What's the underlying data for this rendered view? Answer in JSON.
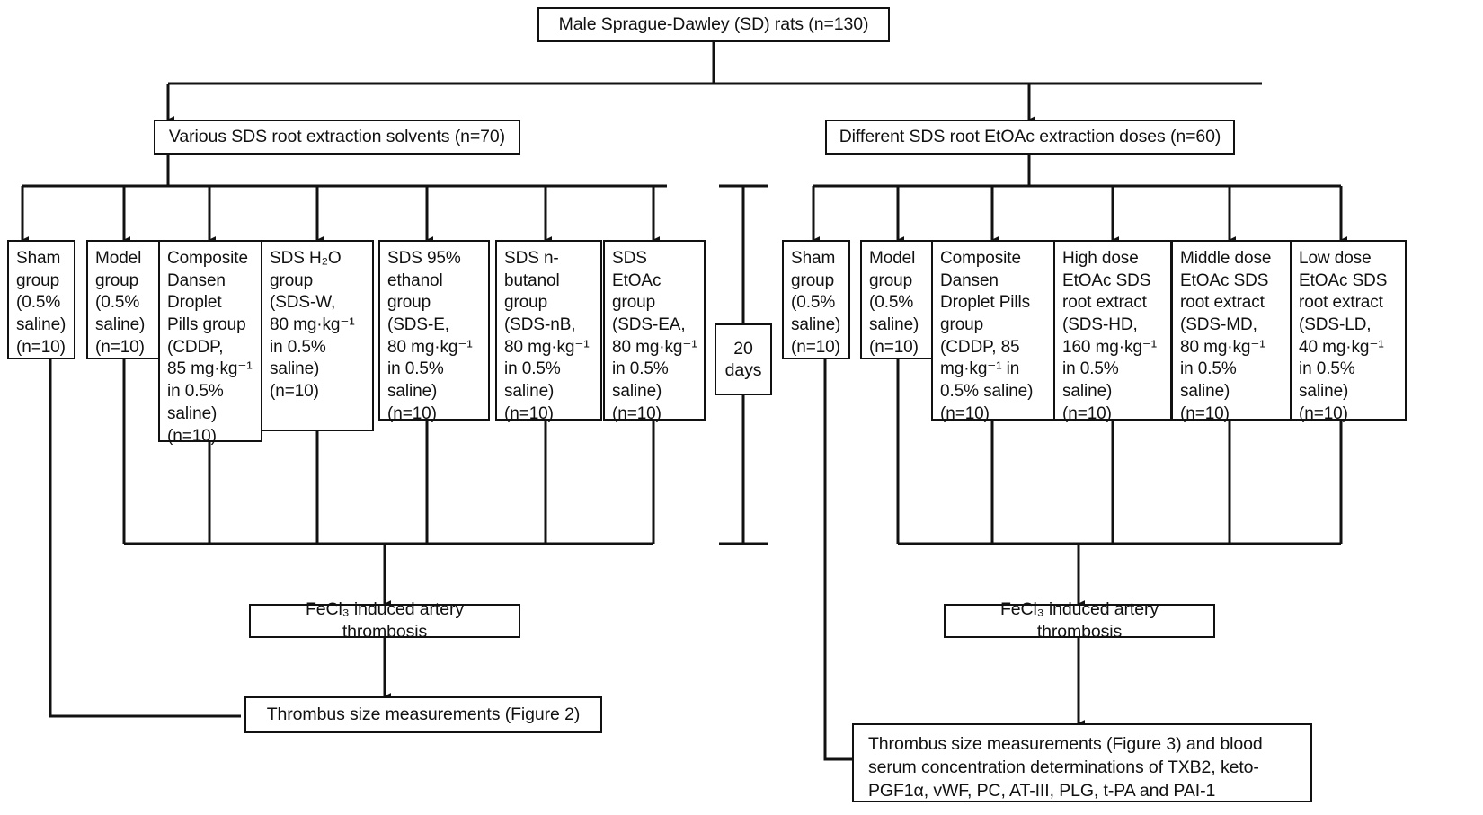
{
  "diagram": {
    "title_node": {
      "id": "root",
      "label": "Male Sprague-Dawley (SD) rats (n=130)"
    },
    "branch_nodes": [
      {
        "id": "branch-left",
        "label": "Various SDS root extraction solvents (n=70)"
      },
      {
        "id": "branch-right",
        "label": "Different SDS root EtOAc extraction doses (n=60)"
      }
    ],
    "duration_note": {
      "id": "duration",
      "line1": "20",
      "line2": "days"
    },
    "left_groups": [
      {
        "id": "left-sham",
        "label": "Sham\ngroup\n(0.5%\nsaline)\n(n=10)"
      },
      {
        "id": "left-model",
        "label": "Model\ngroup\n(0.5%\nsaline)\n(n=10)"
      },
      {
        "id": "left-cddp",
        "label": "Composite\nDansen\nDroplet\nPills group\n(CDDP,\n85 mg·kg⁻¹\nin 0.5%\nsaline)\n(n=10)"
      },
      {
        "id": "left-sdsw",
        "label": "SDS H₂O\ngroup\n(SDS-W,\n80 mg·kg⁻¹\nin 0.5%\nsaline)\n(n=10)"
      },
      {
        "id": "left-sdse",
        "label": "SDS 95%\nethanol\ngroup\n(SDS-E,\n80 mg·kg⁻¹\nin 0.5%\nsaline)\n(n=10)"
      },
      {
        "id": "left-sdsnb",
        "label": "SDS n-\nbutanol\ngroup\n(SDS-nB,\n80 mg·kg⁻¹\nin 0.5%\nsaline)\n(n=10)"
      },
      {
        "id": "left-sdsea",
        "label": "SDS\nEtOAc\ngroup\n(SDS-EA,\n80 mg·kg⁻¹\nin 0.5%\nsaline)\n(n=10)"
      }
    ],
    "right_groups": [
      {
        "id": "right-sham",
        "label": "Sham\ngroup\n(0.5%\nsaline)\n(n=10)"
      },
      {
        "id": "right-model",
        "label": "Model\ngroup\n(0.5%\nsaline)\n(n=10)"
      },
      {
        "id": "right-cddp",
        "label": "Composite\nDansen\nDroplet Pills\ngroup\n(CDDP, 85\nmg·kg⁻¹ in\n0.5% saline)\n(n=10)"
      },
      {
        "id": "right-hd",
        "label": "High dose\nEtOAc SDS\nroot extract\n(SDS-HD,\n160 mg·kg⁻¹\nin 0.5%\nsaline)\n(n=10)"
      },
      {
        "id": "right-md",
        "label": "Middle dose\nEtOAc SDS\nroot extract\n(SDS-MD,\n80 mg·kg⁻¹\nin 0.5%\nsaline)\n(n=10)"
      },
      {
        "id": "right-ld",
        "label": "Low dose\nEtOAc SDS\nroot extract\n(SDS-LD,\n40 mg·kg⁻¹\nin 0.5%\nsaline)\n(n=10)"
      }
    ],
    "outcome_nodes": [
      {
        "id": "left-thrombosis",
        "label": "FeCl₃ induced artery thrombosis"
      },
      {
        "id": "right-thrombosis",
        "label": "FeCl₃ induced artery thrombosis"
      },
      {
        "id": "left-measure",
        "label": "Thrombus size measurements (Figure 2)"
      },
      {
        "id": "right-measure",
        "label": "Thrombus size measurements (Figure 3) and  blood serum concentration determinations of TXB2, keto-PGF1α, vWF, PC, AT-III, PLG, t-PA and PAI-1"
      }
    ]
  },
  "style": {
    "stroke": "#111111",
    "background": "#ffffff"
  }
}
